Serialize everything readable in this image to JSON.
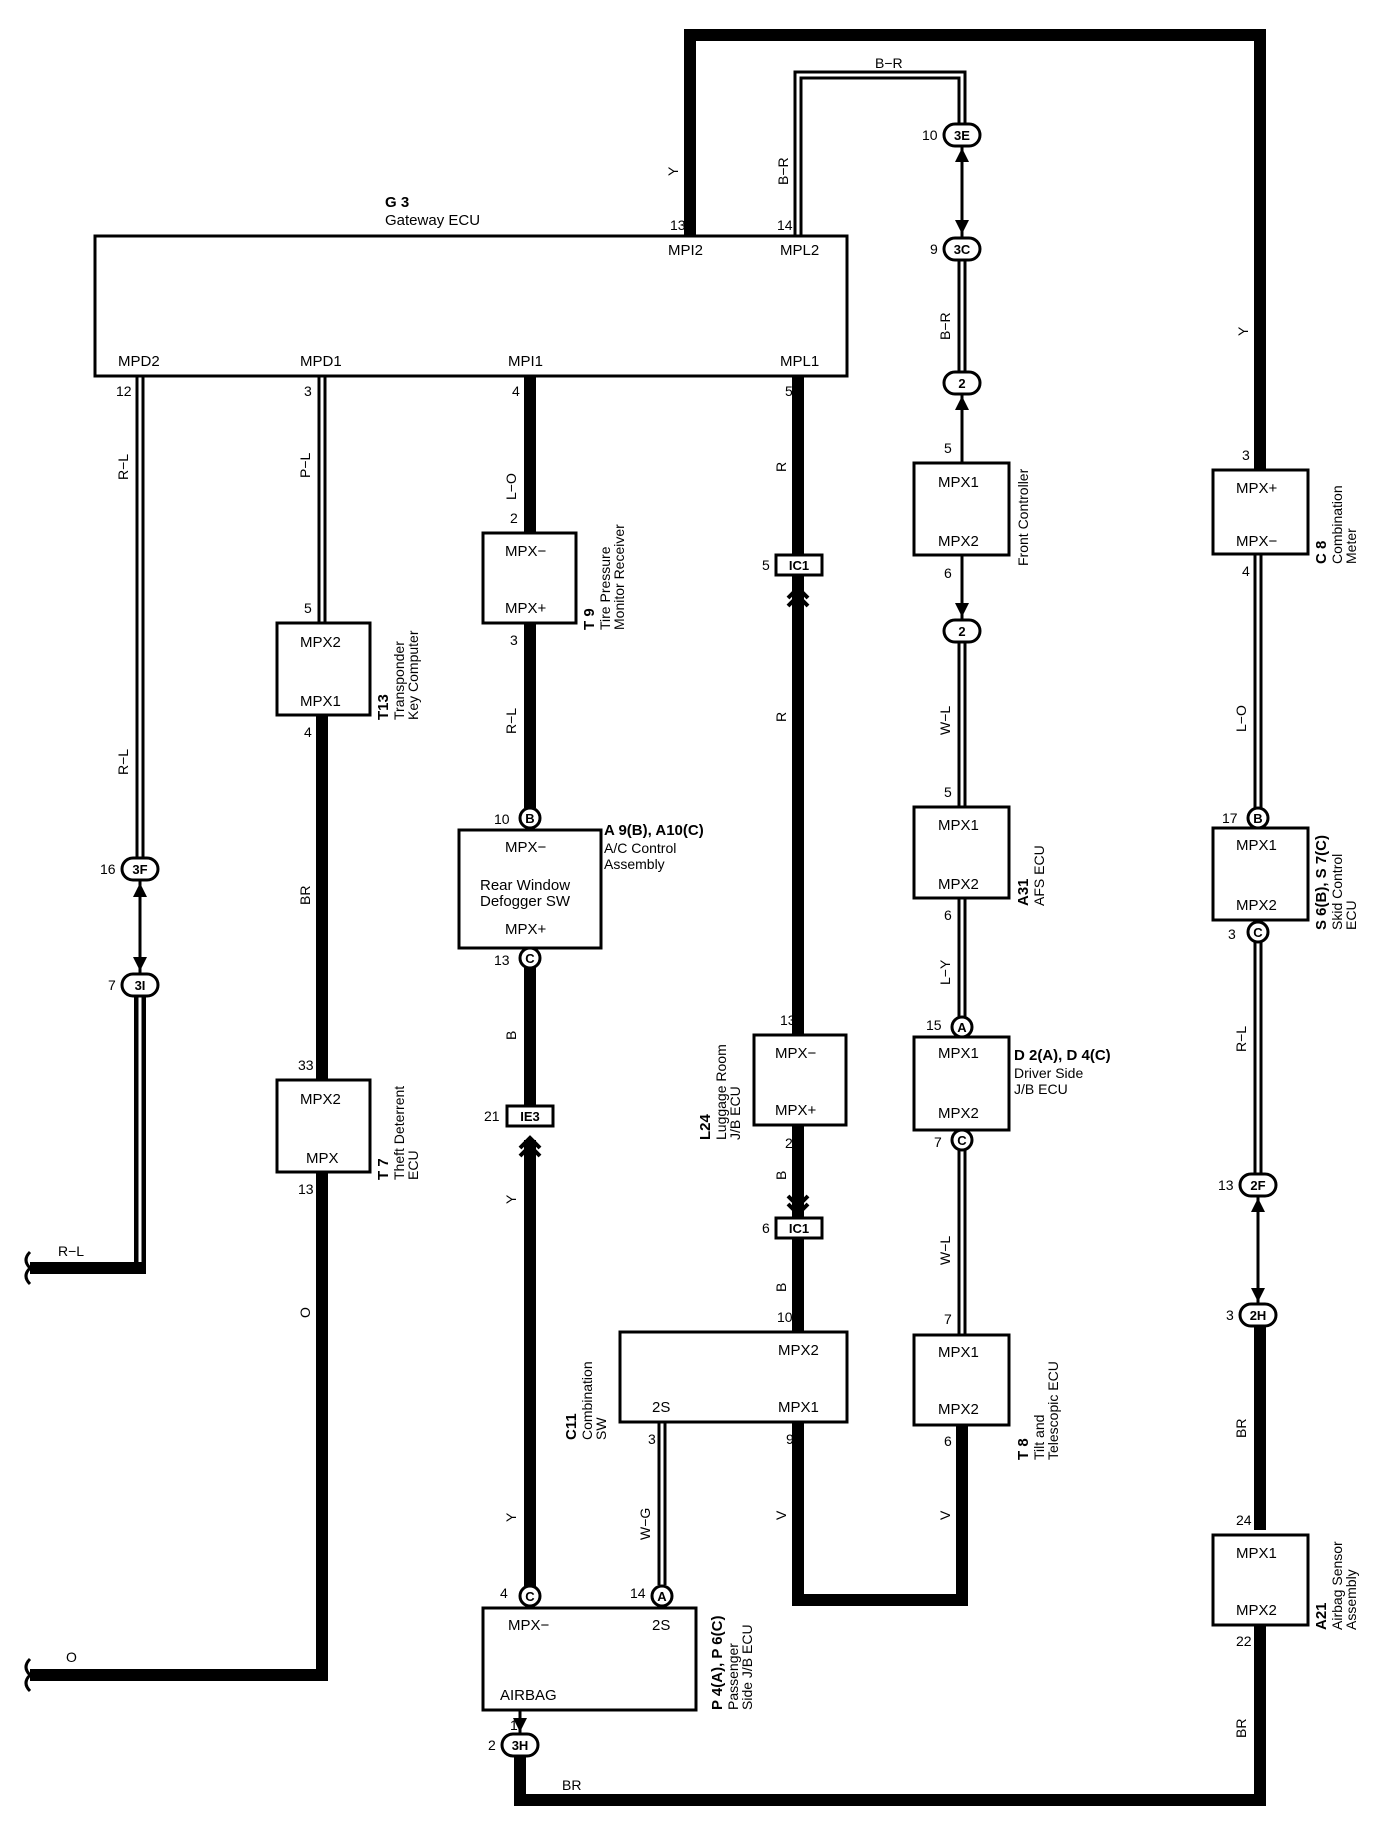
{
  "gateway": {
    "code": "G 3",
    "name": "Gateway ECU",
    "pins_top": [
      {
        "name": "MPI2",
        "num": "13"
      },
      {
        "name": "MPL2",
        "num": "14"
      }
    ],
    "pins_bottom": [
      {
        "name": "MPD2",
        "num": "12"
      },
      {
        "name": "MPD1",
        "num": "3"
      },
      {
        "name": "MPI1",
        "num": "4"
      },
      {
        "name": "MPL1",
        "num": "5"
      }
    ]
  },
  "components": {
    "t9": {
      "code": "T 9",
      "line1": "Tire Pressure",
      "line2": "Monitor Receiver",
      "top": "MPX−",
      "bottom": "MPX+",
      "pin_top": "2",
      "pin_bottom": "3"
    },
    "t13": {
      "code": "T13",
      "line1": "Transponder",
      "line2": "Key Computer",
      "top": "MPX2",
      "bottom": "MPX1",
      "pin_top": "5",
      "pin_bottom": "4"
    },
    "t7": {
      "code": "T 7",
      "line1": "Theft Deterrent",
      "line2": "ECU",
      "top": "MPX2",
      "bottom": "MPX",
      "pin_top": "33",
      "pin_bottom": "13"
    },
    "a9": {
      "code": "A 9(B), A10(C)",
      "line1": "A/C Control",
      "line2": "Assembly",
      "top": "MPX−",
      "mid1": "Rear Window",
      "mid2": "Defogger SW",
      "bottom": "MPX+",
      "pin_top": "10",
      "pin_bottom": "13"
    },
    "front": {
      "line1": "Front Controller",
      "top": "MPX1",
      "bottom": "MPX2",
      "pin_top": "5",
      "pin_bottom": "6"
    },
    "a31": {
      "code": "A31",
      "line1": "AFS ECU",
      "top": "MPX1",
      "bottom": "MPX2",
      "pin_top": "5",
      "pin_bottom": "6"
    },
    "d2": {
      "code": "D 2(A), D 4(C)",
      "line1": "Driver Side",
      "line2": "J/B ECU",
      "top": "MPX1",
      "bottom": "MPX2",
      "pin_top": "15",
      "pin_bottom": "7"
    },
    "l24": {
      "code": "L24",
      "line1": "Luggage Room",
      "line2": "J/B ECU",
      "top": "MPX−",
      "bottom": "MPX+",
      "pin_top": "13",
      "pin_bottom": "2"
    },
    "c11": {
      "code": "C11",
      "line1": "Combination",
      "line2": "SW",
      "top": "MPX2",
      "left": "2S",
      "bottom": "MPX1",
      "pin_top": "10",
      "pin_left": "3",
      "pin_bottom": "9"
    },
    "t8": {
      "code": "T 8",
      "line1": "Tilt and",
      "line2": "Telescopic ECU",
      "top": "MPX1",
      "bottom": "MPX2",
      "pin_top": "7",
      "pin_bottom": "6"
    },
    "p4": {
      "code": "P 4(A), P 6(C)",
      "line1": "Passenger",
      "line2": "Side J/B ECU",
      "left": "MPX−",
      "right": "2S",
      "bottom": "AIRBAG",
      "pin_left": "4",
      "pin_right": "14",
      "pin_bottom": "1"
    },
    "c8": {
      "code": "C 8",
      "line1": "Combination",
      "line2": "Meter",
      "top": "MPX+",
      "bottom": "MPX−",
      "pin_top": "3",
      "pin_bottom": "4"
    },
    "s6": {
      "code": "S 6(B), S 7(C)",
      "line1": "Skid Control",
      "line2": "ECU",
      "top": "MPX1",
      "bottom": "MPX2",
      "pin_top": "17",
      "pin_bottom": "3"
    },
    "a21": {
      "code": "A21",
      "line1": "Airbag Sensor",
      "line2": "Assembly",
      "top": "MPX1",
      "bottom": "MPX2",
      "pin_top": "24",
      "pin_bottom": "22"
    }
  },
  "connectors": {
    "c3e": {
      "label": "3E",
      "pin": "10"
    },
    "c3c": {
      "label": "3C",
      "pin": "9"
    },
    "c2a": {
      "label": "2"
    },
    "c2b": {
      "label": "2"
    },
    "c3f": {
      "label": "3F",
      "pin": "16"
    },
    "c3i": {
      "label": "3I",
      "pin": "7"
    },
    "ic1a": {
      "label": "IC1",
      "pin": "5"
    },
    "ic1b": {
      "label": "IC1",
      "pin": "6"
    },
    "ie3": {
      "label": "IE3",
      "pin": "21"
    },
    "c2f": {
      "label": "2F",
      "pin": "13"
    },
    "c2h": {
      "label": "2H",
      "pin": "3"
    },
    "c3h": {
      "label": "3H",
      "pin": "2"
    },
    "pinB_a9": {
      "label": "B"
    },
    "pinC_a9": {
      "label": "C"
    },
    "pinA_d2": {
      "label": "A"
    },
    "pinC_d2": {
      "label": "C"
    },
    "pinB_s6": {
      "label": "B"
    },
    "pinC_s6": {
      "label": "C"
    },
    "pinC_p4": {
      "label": "C"
    },
    "pinA_p4": {
      "label": "A"
    }
  },
  "wires": {
    "y_top": "Y",
    "br_top": "B−R",
    "br_left": "B−R",
    "br_3c": "B−R",
    "y_right": "Y",
    "rl_1": "R−L",
    "rl_2": "R−L",
    "rl_end": "R−L",
    "pl": "P−L",
    "br_t13": "BR",
    "o_t7": "O",
    "o_end": "O",
    "lo_mpi1": "L−O",
    "rl_t9": "R−L",
    "b_a9": "B",
    "y_ie3": "Y",
    "y_p4": "Y",
    "r_mpl1": "R",
    "r_ic1": "R",
    "b_l24": "B",
    "b_ic1": "B",
    "wl_front": "W−L",
    "ly_a31": "L−Y",
    "wl_d2": "W−L",
    "wg_c11": "W−G",
    "v_c11": "V",
    "v_t8": "V",
    "lo_c8": "L−O",
    "rl_s6": "R−L",
    "br_2h": "BR",
    "br_a21": "BR",
    "br_bottom": "BR"
  }
}
